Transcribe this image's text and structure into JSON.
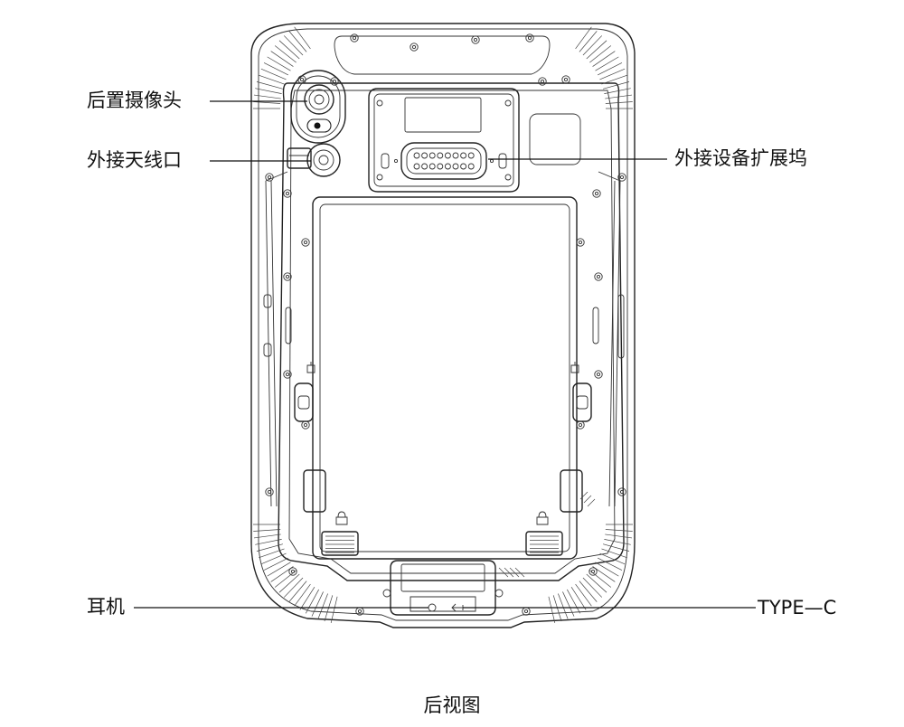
{
  "labels": {
    "rear_camera": "后置摄像头",
    "external_antenna": "外接天线口",
    "expansion_dock": "外接设备扩展坞",
    "earphone": "耳机",
    "type_c": "TYPE—C"
  },
  "caption": "后视图",
  "colors": {
    "line": "#222222",
    "background": "#ffffff"
  }
}
